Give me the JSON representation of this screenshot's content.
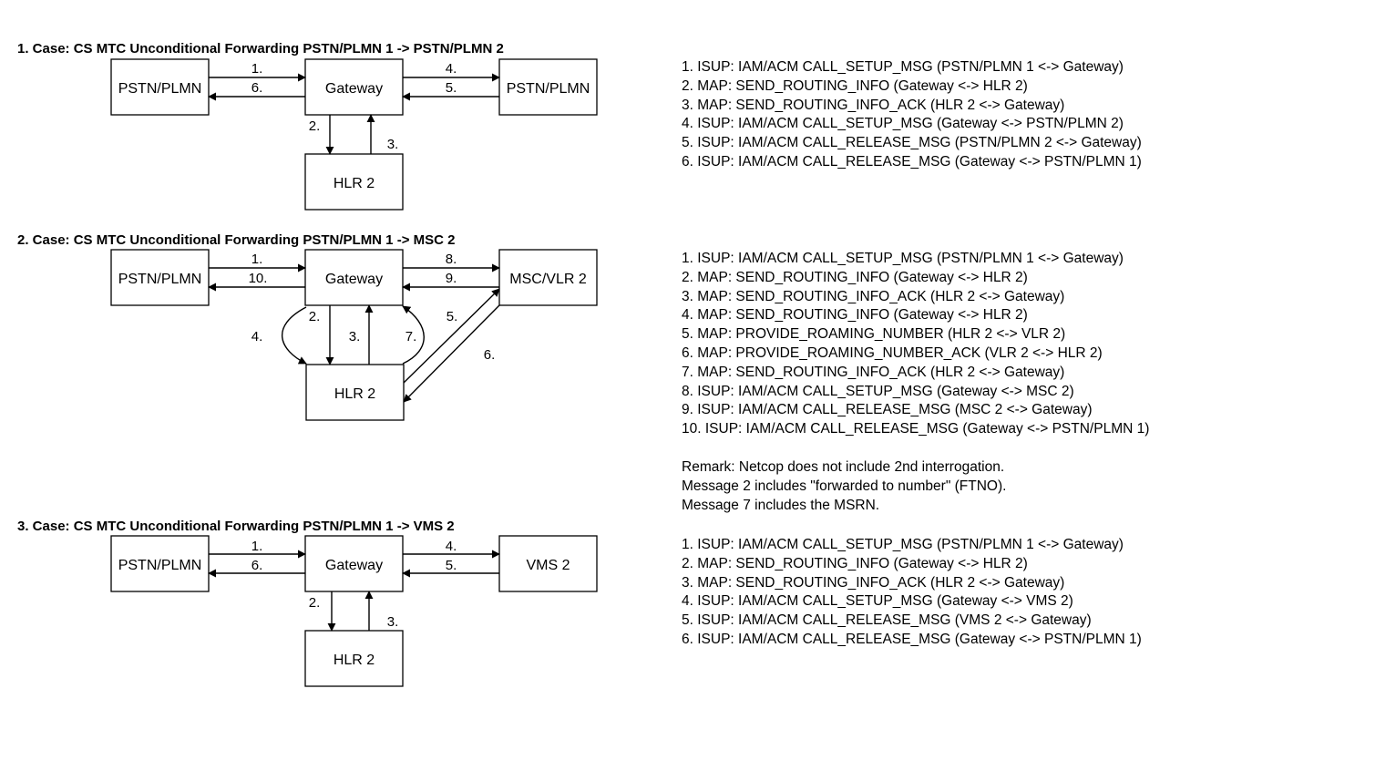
{
  "colors": {
    "line": "#000000",
    "background": "#ffffff"
  },
  "cases": [
    {
      "title": "1. Case: CS MTC Unconditional Forwarding PSTN/PLMN 1 -> PSTN/PLMN 2",
      "boxes": {
        "left": "PSTN/PLMN",
        "gateway": "Gateway",
        "right": "PSTN/PLMN",
        "hlr": "HLR 2"
      },
      "arrows": [
        "1.",
        "6.",
        "4.",
        "5.",
        "2.",
        "3."
      ],
      "messages": [
        "1. ISUP: IAM/ACM CALL_SETUP_MSG (PSTN/PLMN 1 <-> Gateway)",
        "2. MAP: SEND_ROUTING_INFO (Gateway <-> HLR 2)",
        "3. MAP: SEND_ROUTING_INFO_ACK (HLR 2 <-> Gateway)",
        "4. ISUP: IAM/ACM CALL_SETUP_MSG (Gateway <-> PSTN/PLMN 2)",
        "5. ISUP: IAM/ACM CALL_RELEASE_MSG (PSTN/PLMN 2 <-> Gateway)",
        "6. ISUP: IAM/ACM CALL_RELEASE_MSG (Gateway <-> PSTN/PLMN 1)"
      ]
    },
    {
      "title": "2. Case: CS MTC Unconditional Forwarding PSTN/PLMN 1 -> MSC 2",
      "boxes": {
        "left": "PSTN/PLMN",
        "gateway": "Gateway",
        "right": "MSC/VLR 2",
        "hlr": "HLR 2"
      },
      "arrows": [
        "1.",
        "10.",
        "8.",
        "9.",
        "2.",
        "3.",
        "4.",
        "7.",
        "5.",
        "6."
      ],
      "messages": [
        "1. ISUP: IAM/ACM CALL_SETUP_MSG (PSTN/PLMN 1 <-> Gateway)",
        "2. MAP: SEND_ROUTING_INFO (Gateway <-> HLR 2)",
        "3. MAP: SEND_ROUTING_INFO_ACK (HLR 2 <-> Gateway)",
        "4. MAP: SEND_ROUTING_INFO (Gateway <-> HLR 2)",
        "5. MAP: PROVIDE_ROAMING_NUMBER (HLR 2 <-> VLR 2)",
        "6. MAP: PROVIDE_ROAMING_NUMBER_ACK (VLR 2 <-> HLR 2)",
        "7. MAP: SEND_ROUTING_INFO_ACK (HLR 2 <-> Gateway)",
        "8. ISUP: IAM/ACM CALL_SETUP_MSG (Gateway <-> MSC 2)",
        "9. ISUP: IAM/ACM CALL_RELEASE_MSG (MSC 2 <-> Gateway)",
        "10. ISUP: IAM/ACM CALL_RELEASE_MSG (Gateway <-> PSTN/PLMN 1)"
      ],
      "remarks": [
        "Remark: Netcop does not include 2nd interrogation.",
        "Message 2 includes \"forwarded to number\" (FTNO).",
        "Message 7 includes the MSRN."
      ]
    },
    {
      "title": "3. Case: CS MTC Unconditional Forwarding PSTN/PLMN 1 -> VMS 2",
      "boxes": {
        "left": "PSTN/PLMN",
        "gateway": "Gateway",
        "right": "VMS 2",
        "hlr": "HLR 2"
      },
      "arrows": [
        "1.",
        "6.",
        "4.",
        "5.",
        "2.",
        "3."
      ],
      "messages": [
        "1. ISUP: IAM/ACM CALL_SETUP_MSG (PSTN/PLMN 1 <-> Gateway)",
        "2. MAP: SEND_ROUTING_INFO (Gateway <-> HLR 2)",
        "3. MAP: SEND_ROUTING_INFO_ACK (HLR 2 <-> Gateway)",
        "4. ISUP: IAM/ACM CALL_SETUP_MSG (Gateway <-> VMS 2)",
        "5. ISUP: IAM/ACM CALL_RELEASE_MSG (VMS 2 <-> Gateway)",
        "6. ISUP: IAM/ACM CALL_RELEASE_MSG (Gateway <-> PSTN/PLMN 1)"
      ]
    }
  ]
}
